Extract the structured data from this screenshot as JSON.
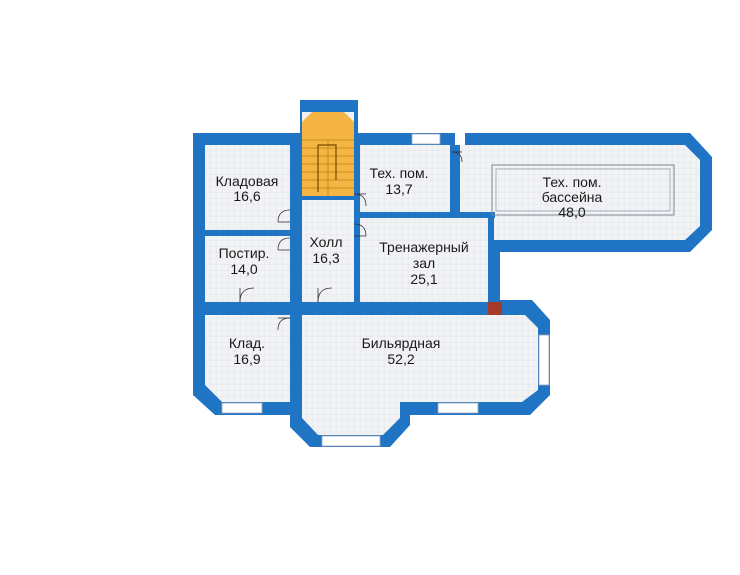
{
  "colors": {
    "wall": "#1f74c4",
    "floor": "#f2f3f5",
    "grid": "#dfe2e7",
    "stair": "#f4b544",
    "stair_line": "#c98a18",
    "window": "#ffffff",
    "chimney": "#a63a2a"
  },
  "rooms": [
    {
      "id": "pantry-top",
      "name": "Кладовая",
      "area": "16,6"
    },
    {
      "id": "tech-room",
      "name": "Тех. пом.",
      "area": "13,7"
    },
    {
      "id": "pool-tech-room",
      "name": "Тех. пом.",
      "name2": "бассейна",
      "area": "48,0"
    },
    {
      "id": "laundry",
      "name": "Постир.",
      "area": "14,0"
    },
    {
      "id": "hall",
      "name": "Холл",
      "area": "16,3"
    },
    {
      "id": "gym",
      "name": "Тренажерный",
      "name2": "зал",
      "area": "25,1"
    },
    {
      "id": "storage",
      "name": "Клад.",
      "area": "16,9"
    },
    {
      "id": "billiard",
      "name": "Бильярдная",
      "area": "52,2"
    }
  ]
}
